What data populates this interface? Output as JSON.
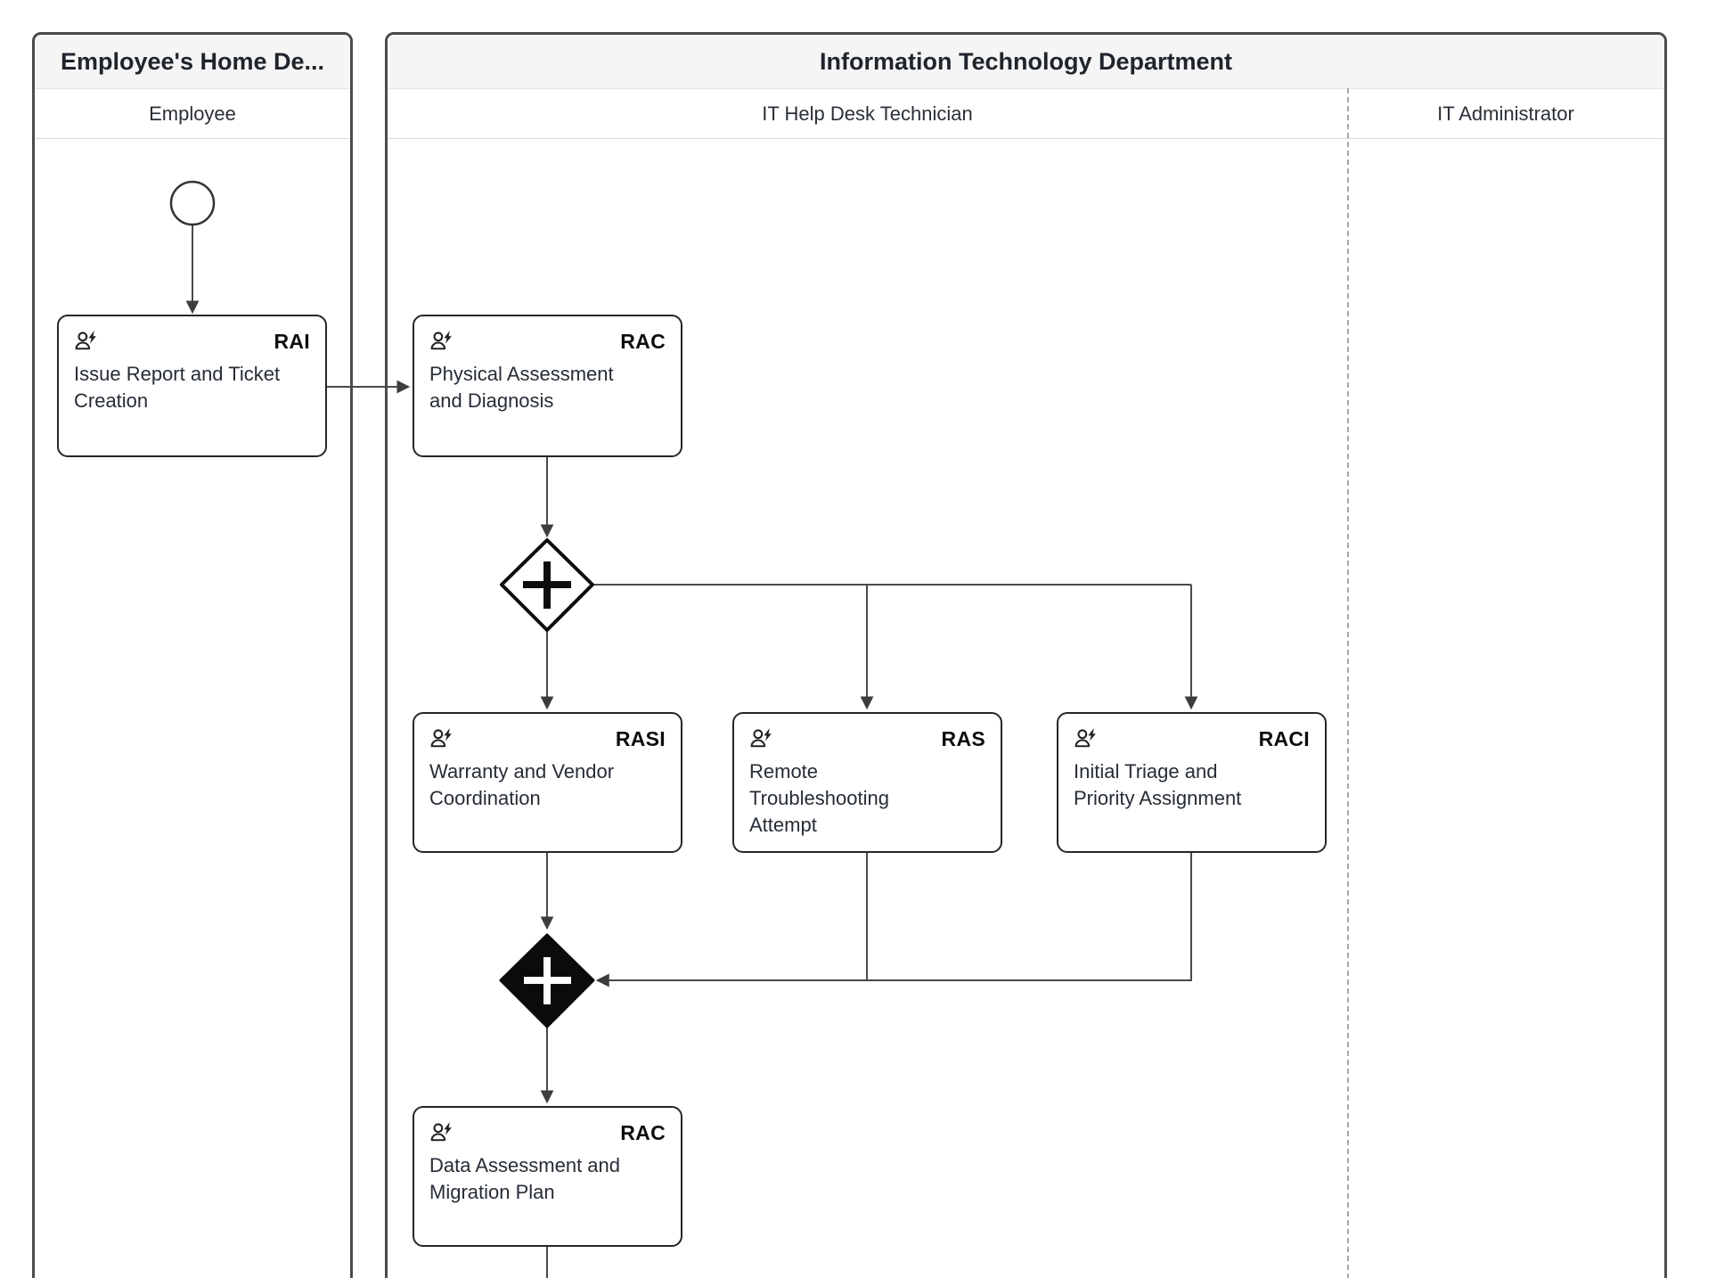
{
  "pools": [
    {
      "title": "Employee's Home De...",
      "lanes": [
        {
          "label": "Employee"
        }
      ]
    },
    {
      "title": "Information Technology Department",
      "lanes": [
        {
          "label": "IT Help Desk Technician"
        },
        {
          "label": "IT Administrator"
        }
      ]
    }
  ],
  "tasks": [
    {
      "badge": "RAI",
      "label": "Issue Report and Ticket\nCreation"
    },
    {
      "badge": "RAC",
      "label": "Physical Assessment\nand Diagnosis"
    },
    {
      "badge": "RASI",
      "label": "Warranty and Vendor\nCoordination"
    },
    {
      "badge": "RAS",
      "label": "Remote\nTroubleshooting\nAttempt"
    },
    {
      "badge": "RACI",
      "label": "Initial Triage and\nPriority Assignment"
    },
    {
      "badge": "RAC",
      "label": "Data Assessment and\nMigration Plan"
    }
  ],
  "icons": {
    "task_icon": "user-with-lightning-bolt",
    "gateway_split": "parallel-plus-diamond-outline",
    "gateway_join": "parallel-plus-diamond-filled",
    "start_event": "thin-circle"
  },
  "colors": {
    "pool_border": "#4b4b4b",
    "pool_header_bg": "#f5f5f5",
    "lane_divider": "#a8a8a8",
    "task_border": "#262626",
    "connector": "#4a4a4a",
    "arrowhead": "#3d3d3d",
    "gateway_join_fill": "#0b0b0b",
    "text": "#262d36"
  }
}
